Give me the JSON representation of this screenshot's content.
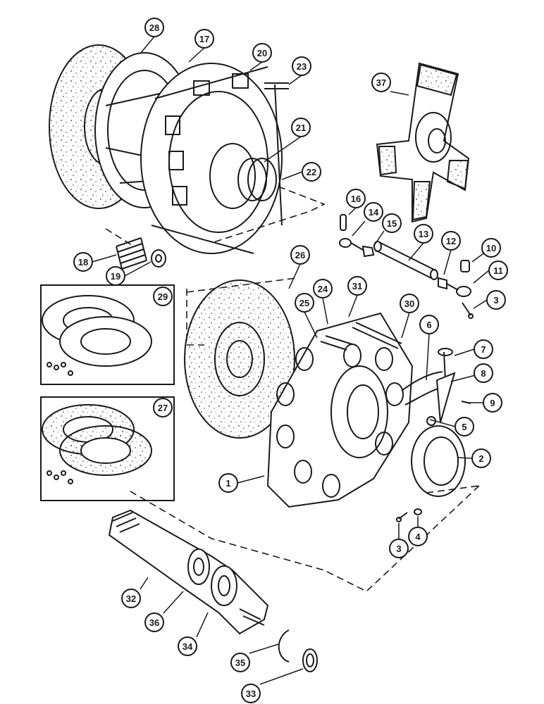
{
  "callouts": [
    {
      "label": "28"
    },
    {
      "label": "17"
    },
    {
      "label": "20"
    },
    {
      "label": "23"
    },
    {
      "label": "21"
    },
    {
      "label": "22"
    },
    {
      "label": "37"
    },
    {
      "label": "16"
    },
    {
      "label": "14"
    },
    {
      "label": "15"
    },
    {
      "label": "13"
    },
    {
      "label": "12"
    },
    {
      "label": "10"
    },
    {
      "label": "11"
    },
    {
      "label": "3"
    },
    {
      "label": "18"
    },
    {
      "label": "19"
    },
    {
      "label": "26"
    },
    {
      "label": "29"
    },
    {
      "label": "24"
    },
    {
      "label": "31"
    },
    {
      "label": "25"
    },
    {
      "label": "30"
    },
    {
      "label": "6"
    },
    {
      "label": "7"
    },
    {
      "label": "8"
    },
    {
      "label": "9"
    },
    {
      "label": "5"
    },
    {
      "label": "2"
    },
    {
      "label": "27"
    },
    {
      "label": "1"
    },
    {
      "label": "4"
    },
    {
      "label": "3"
    },
    {
      "label": "32"
    },
    {
      "label": "36"
    },
    {
      "label": "34"
    },
    {
      "label": "35"
    },
    {
      "label": "33"
    }
  ],
  "colors": {
    "ink": "#1a1a1a",
    "paper": "#ffffff"
  }
}
